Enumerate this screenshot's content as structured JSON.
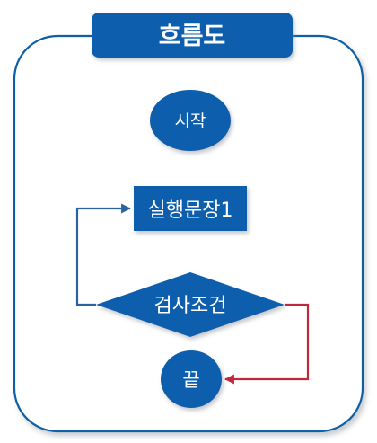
{
  "title": "흐름도",
  "nodes": {
    "start": "시작",
    "statement": "실행문장1",
    "condition": "검사조건",
    "end": "끝"
  },
  "colors": {
    "primary": "#0a5fae",
    "frame": "#0d5ea6",
    "loop_arrow": "#2a62a2",
    "exit_arrow": "#c0283c",
    "shadow": "#b8bcc4",
    "text": "#ffffff"
  }
}
